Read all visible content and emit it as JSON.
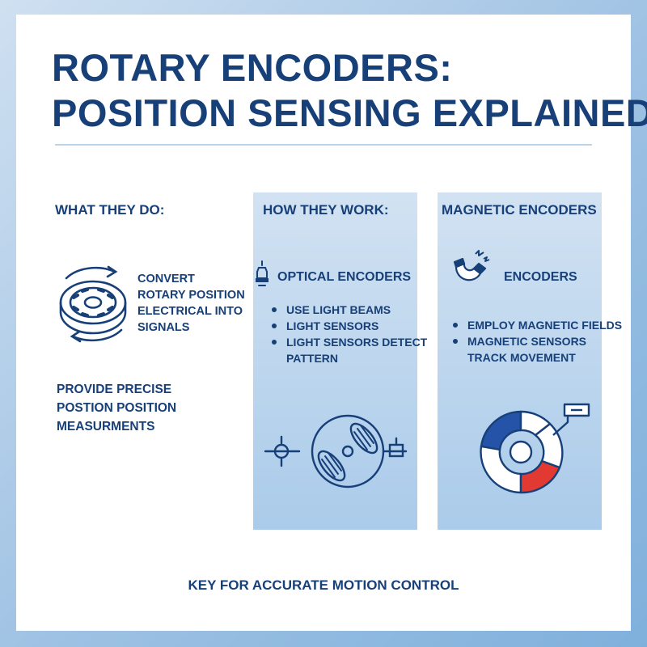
{
  "title": {
    "line1": "ROTARY ENCODERS:",
    "line2": "POSITION SENSING EXPLAINED"
  },
  "what_they_do": {
    "heading": "WHAT THEY DO:",
    "convert_lines": [
      "CONVERT",
      "ROTARY POSITION",
      "ELECTRICAL INTO",
      "SIGNALS"
    ],
    "precise_lines": [
      "PROVIDE PRECISE",
      "POSTION POSITION",
      "MEASURMENTS"
    ],
    "icon": "rotary-disc-icon"
  },
  "how_they_work": {
    "heading": "HOW THEY WORK:",
    "sub_heading": "OPTICAL ENCODERS",
    "bullets": [
      "USE LIGHT BEAMS",
      "LIGHT SENSORS",
      "LIGHT SENSORS DETECT"
    ],
    "bullet_continuation": "PATTERN",
    "icons": [
      "light-bulb-icon",
      "optical-disc-diagram-icon"
    ]
  },
  "magnetic_encoders": {
    "heading": "MAGNETIC ENCODERS",
    "sub_heading": "ENCODERS",
    "bullets": [
      "EMPLOY MAGNETIC FIELDS",
      "MAGNETIC SENSORS"
    ],
    "bullet_continuation": "TRACK MOVEMENT",
    "icons": [
      "magnet-icon",
      "magnetic-ring-diagram-icon"
    ]
  },
  "footer": "KEY FOR ACCURATE MOTION CONTROL",
  "colors": {
    "navy": "#173f78",
    "panel": "#aacbea",
    "magnet_red": "#e23a32",
    "magnet_blue": "#2453a8"
  }
}
